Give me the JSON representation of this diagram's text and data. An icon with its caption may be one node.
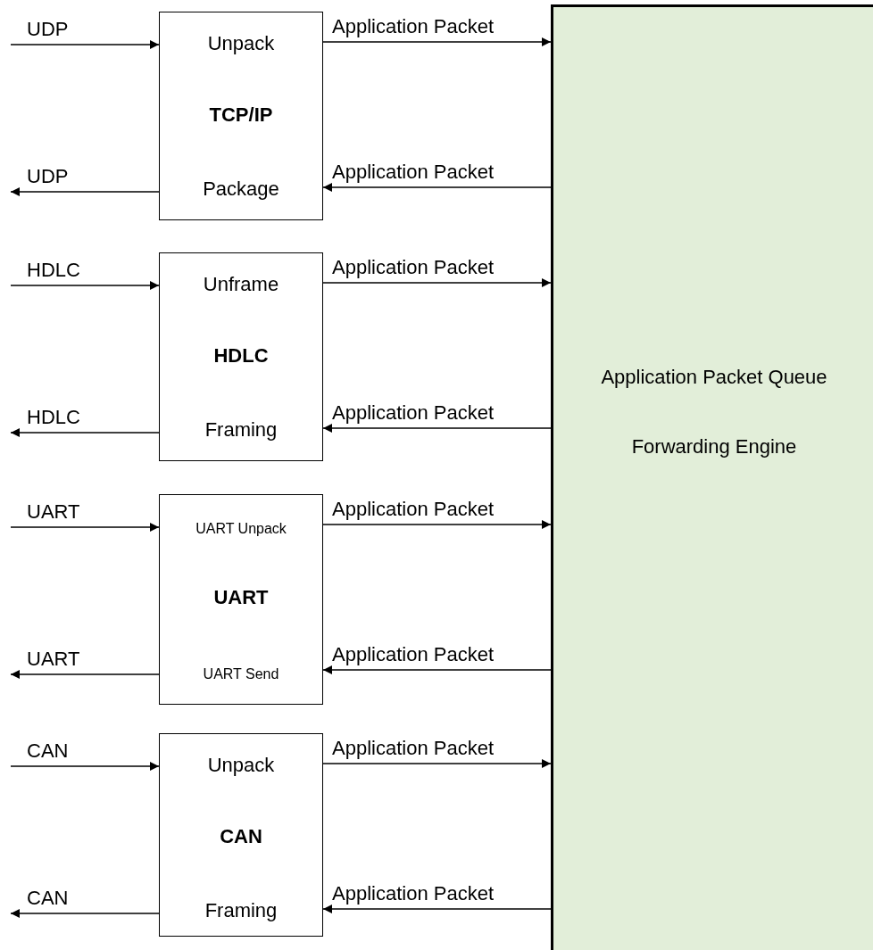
{
  "diagram": {
    "nodes": [
      {
        "text": [
          "Unpack",
          "TCP/IP",
          "Package"
        ]
      },
      {
        "text": [
          "Unframe",
          "HDLC",
          "Framing"
        ]
      },
      {
        "text": [
          "UART Unpack",
          "UART",
          "UART Send"
        ]
      },
      {
        "text": [
          "Unpack",
          "CAN",
          "Framing"
        ]
      },
      {
        "text": [
          "Application Packet Queue",
          "Forwarding Engine"
        ]
      }
    ],
    "edges": [
      {
        "from": null,
        "to": 0,
        "arrow": "to",
        "label": "UDP"
      },
      {
        "from": 0,
        "to": 4,
        "arrow": "to",
        "label": "Application Packet"
      },
      {
        "from": 4,
        "to": 0,
        "arrow": "to",
        "label": "Application Packet"
      },
      {
        "from": 0,
        "to": null,
        "arrow": "to",
        "label": "UDP"
      },
      {
        "from": null,
        "to": 1,
        "arrow": "to",
        "label": "HDLC"
      },
      {
        "from": 1,
        "to": 4,
        "arrow": "to",
        "label": "Application Packet"
      },
      {
        "from": 4,
        "to": 1,
        "arrow": "to",
        "label": "Application Packet"
      },
      {
        "from": 1,
        "to": null,
        "arrow": "to",
        "label": "HDLC"
      },
      {
        "from": null,
        "to": 2,
        "arrow": "to",
        "label": "UART"
      },
      {
        "from": 2,
        "to": 4,
        "arrow": "to",
        "label": "Application Packet"
      },
      {
        "from": 4,
        "to": 2,
        "arrow": "to",
        "label": "Application Packet"
      },
      {
        "from": 2,
        "to": null,
        "arrow": "to",
        "label": "UART"
      },
      {
        "from": null,
        "to": 3,
        "arrow": "to",
        "label": "CAN"
      },
      {
        "from": 3,
        "to": 4,
        "arrow": "to",
        "label": "Application Packet"
      },
      {
        "from": 4,
        "to": 3,
        "arrow": "to",
        "label": "Application Packet"
      },
      {
        "from": 3,
        "to": null,
        "arrow": "to",
        "label": "CAN"
      }
    ]
  }
}
